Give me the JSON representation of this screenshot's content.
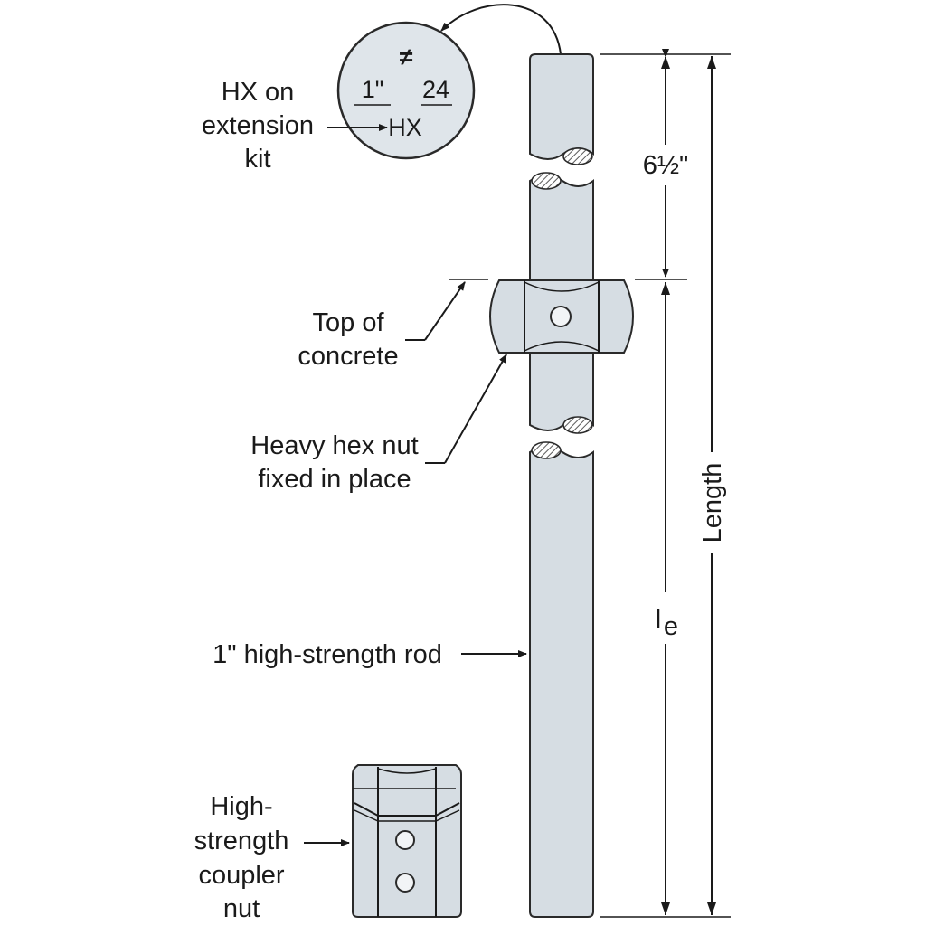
{
  "stamp": {
    "not_equal_symbol": "≠",
    "size": "1\"",
    "thread_count": "24",
    "mark": "HX"
  },
  "labels": {
    "hx_line1": "HX on",
    "hx_line2": "extension",
    "hx_line3": "kit",
    "top_line1": "Top of",
    "top_line2": "concrete",
    "nut_line1": "Heavy hex nut",
    "nut_line2": "fixed in place",
    "rod": "1\" high-strength rod",
    "coupler_line1": "High-",
    "coupler_line2": "strength",
    "coupler_line3": "coupler",
    "coupler_line4": "nut"
  },
  "dimensions": {
    "embed_top": "6½\"",
    "length": "Length",
    "le_main": "l",
    "le_sub": "e"
  },
  "colors": {
    "steel": "#d6dde3",
    "outline": "#2a2a2a",
    "stamp_fill": "#dfe5ea"
  }
}
